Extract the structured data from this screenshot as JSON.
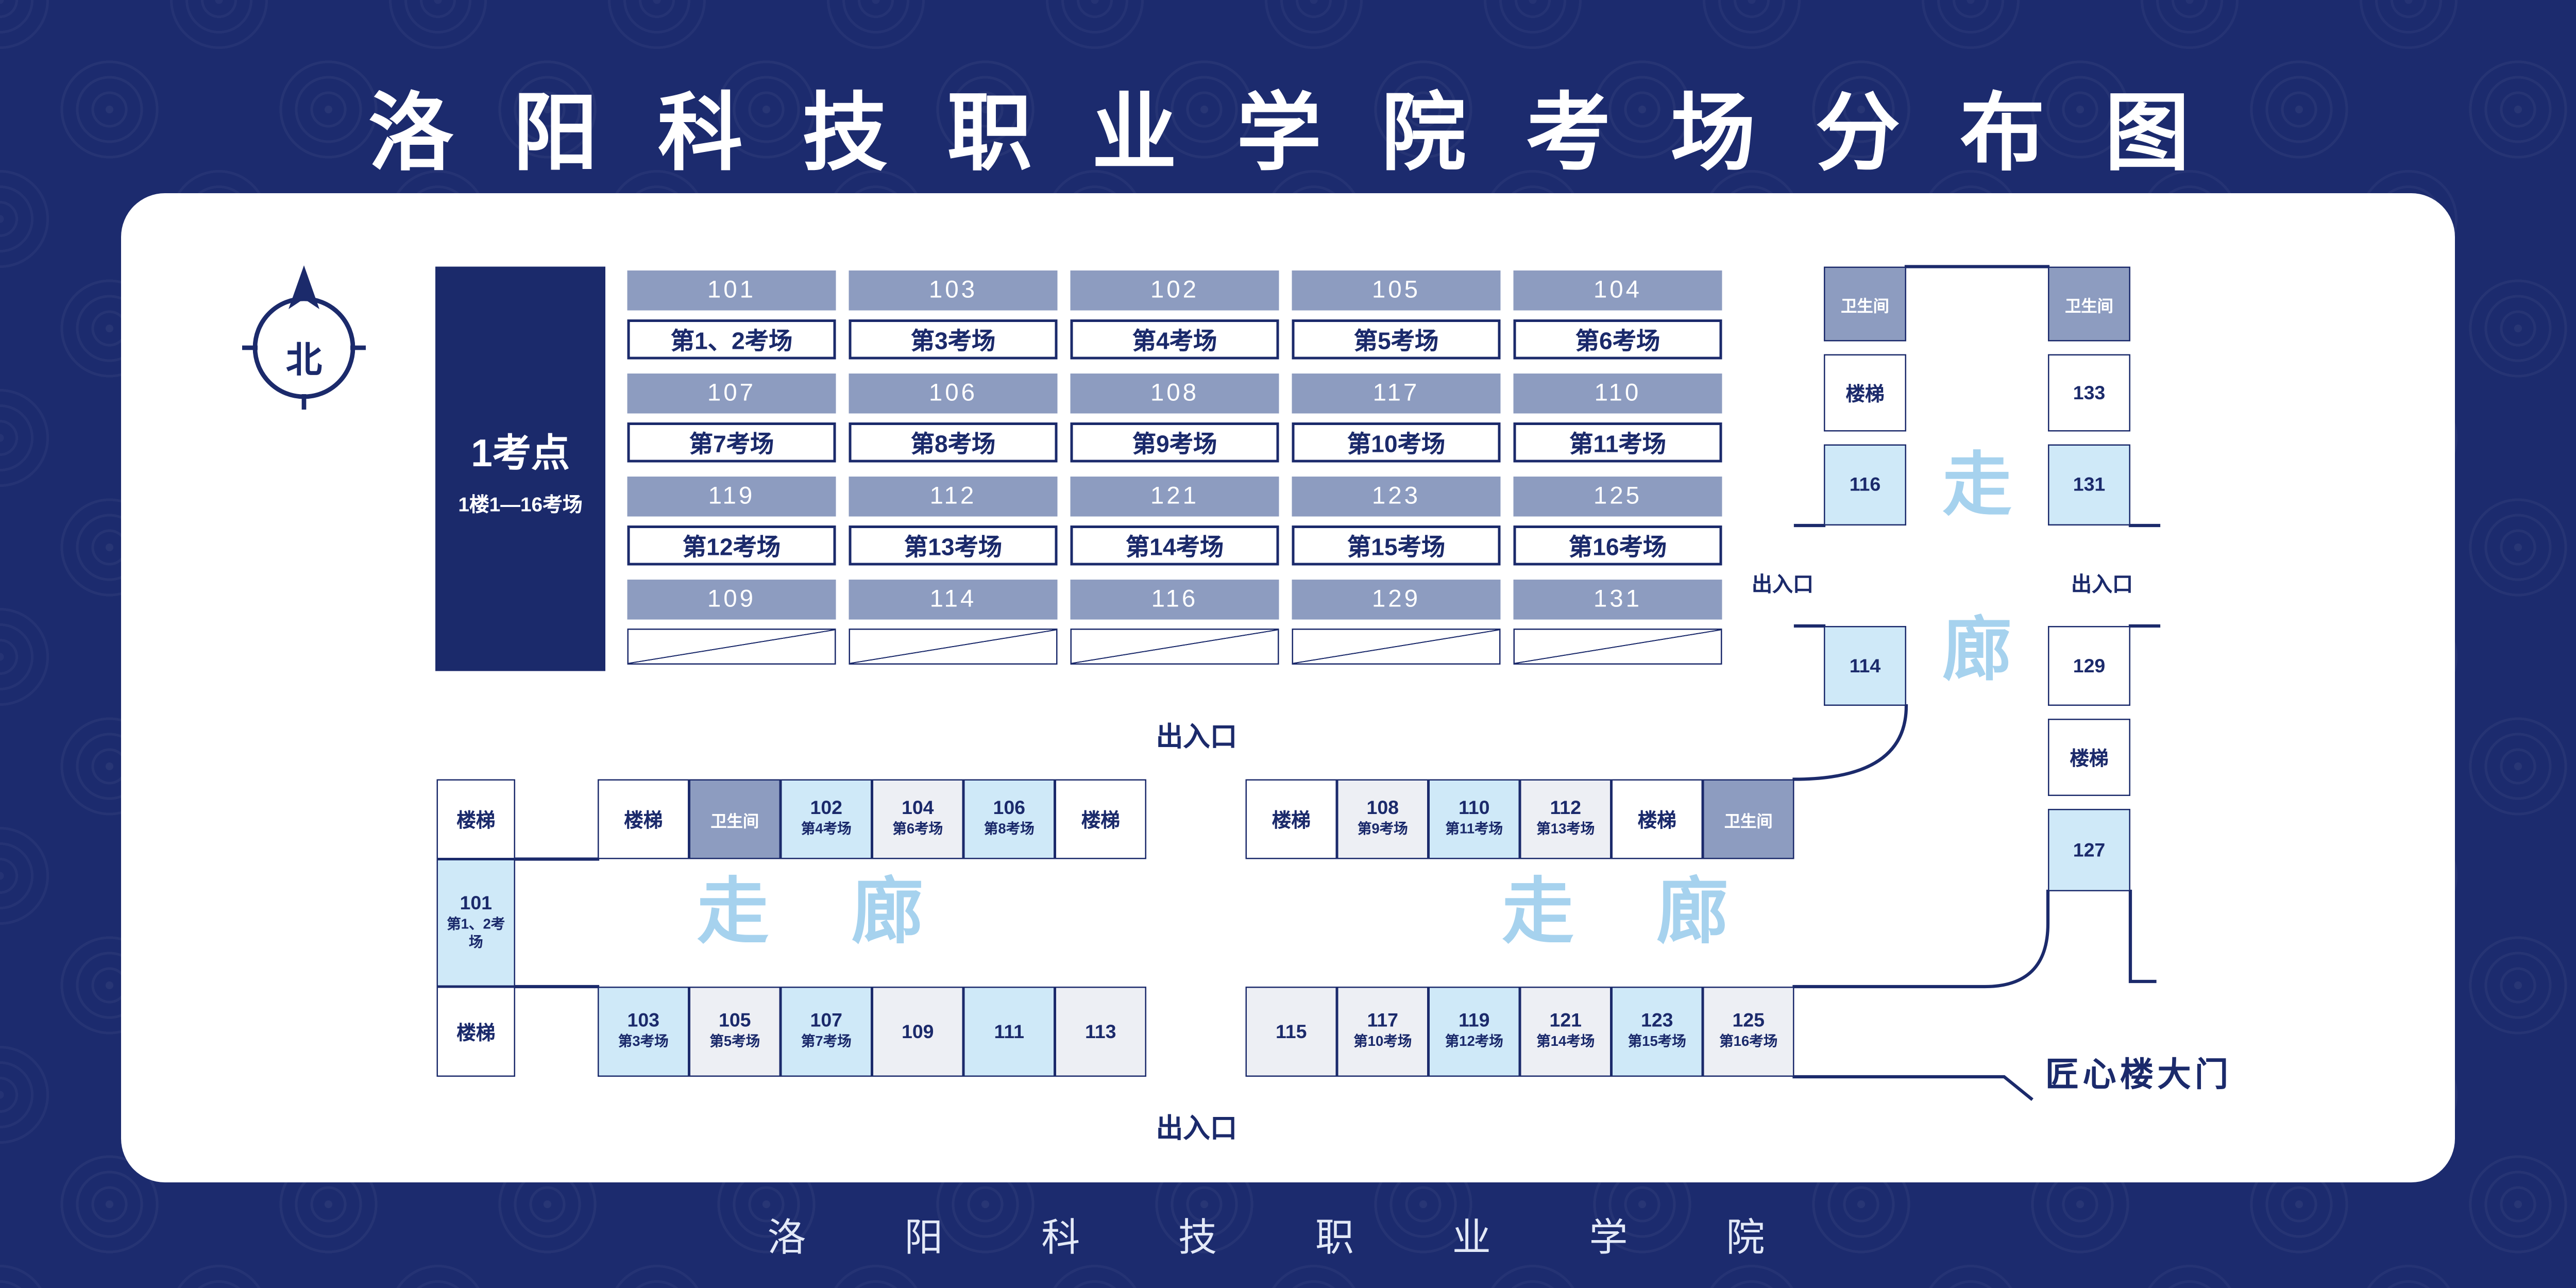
{
  "colors": {
    "navy": "#1b2a6b",
    "room_number_bg": "#8d9cc0",
    "light_blue": "#cfe9f8",
    "light_gray": "#edeff4",
    "corridor_text": "#a6d2ee"
  },
  "page": {
    "title": "洛 阳 科 技 职 业 学 院 考 场 分 布 图",
    "footer": "洛  阳  科  技  职  业  学  院"
  },
  "compass": {
    "north": "北"
  },
  "site_block": {
    "title": "1考点",
    "subtitle": "1楼1—16考场"
  },
  "shared": {
    "exit": "出入口",
    "gate": "匠心楼大门",
    "toilet": "卫生间",
    "stairs": "楼梯",
    "corridor_char_1": "走",
    "corridor_char_2": "廊"
  },
  "top_grid": {
    "row1_numbers": [
      "101",
      "103",
      "102",
      "105",
      "104"
    ],
    "row1_labels": [
      "第1、2考场",
      "第3考场",
      "第4考场",
      "第5考场",
      "第6考场"
    ],
    "row2_numbers": [
      "107",
      "106",
      "108",
      "117",
      "110"
    ],
    "row2_labels": [
      "第7考场",
      "第8考场",
      "第9考场",
      "第10考场",
      "第11考场"
    ],
    "row3_numbers": [
      "119",
      "112",
      "121",
      "123",
      "125"
    ],
    "row3_labels": [
      "第12考场",
      "第13考场",
      "第14考场",
      "第15考场",
      "第16考场"
    ],
    "row4_numbers": [
      "109",
      "114",
      "116",
      "129",
      "131"
    ]
  },
  "right_wing": {
    "left_rooms": {
      "r116": "116",
      "r114": "114"
    },
    "right_rooms": {
      "r133": "133",
      "r131": "131",
      "r129": "129",
      "r127": "127"
    }
  },
  "bottom_wing": {
    "room_101": {
      "num": "101",
      "label": "第1、2考场"
    },
    "top_row": [
      {
        "num": "102",
        "label": "第4考场"
      },
      {
        "num": "104",
        "label": "第6考场"
      },
      {
        "num": "106",
        "label": "第8考场"
      },
      {
        "num": "108",
        "label": "第9考场"
      },
      {
        "num": "110",
        "label": "第11考场"
      },
      {
        "num": "112",
        "label": "第13考场"
      }
    ],
    "bottom_row": [
      {
        "num": "103",
        "label": "第3考场"
      },
      {
        "num": "105",
        "label": "第5考场"
      },
      {
        "num": "107",
        "label": "第7考场"
      },
      {
        "num": "109",
        "label": ""
      },
      {
        "num": "111",
        "label": ""
      },
      {
        "num": "113",
        "label": ""
      },
      {
        "num": "115",
        "label": ""
      },
      {
        "num": "117",
        "label": "第10考场"
      },
      {
        "num": "119",
        "label": "第12考场"
      },
      {
        "num": "121",
        "label": "第14考场"
      },
      {
        "num": "123",
        "label": "第15考场"
      },
      {
        "num": "125",
        "label": "第16考场"
      }
    ]
  }
}
